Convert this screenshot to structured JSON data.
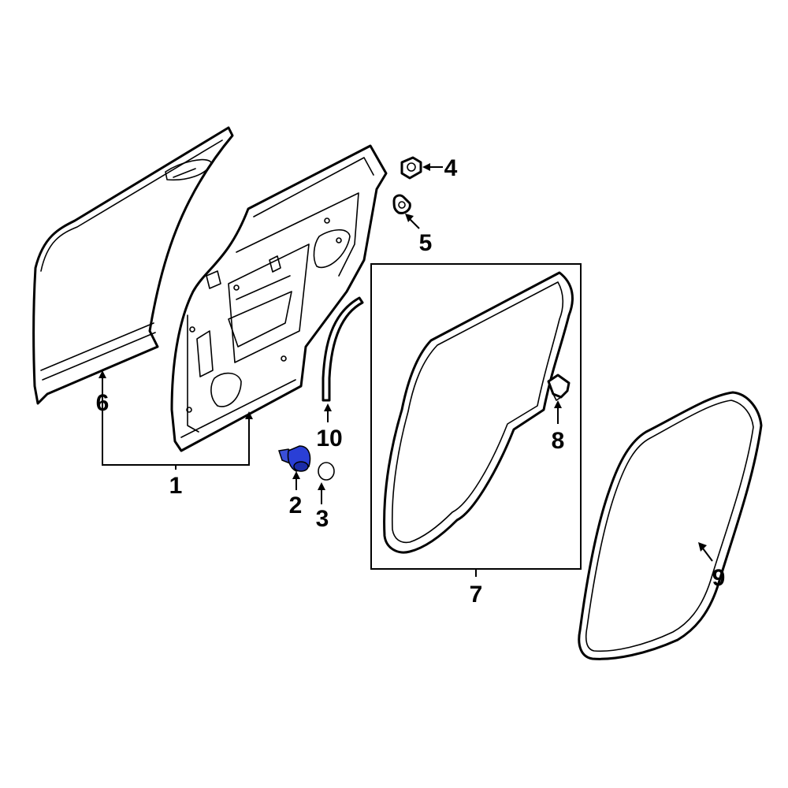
{
  "diagram": {
    "callouts": {
      "c1": "1",
      "c2": "2",
      "c3": "3",
      "c4": "4",
      "c5": "5",
      "c6": "6",
      "c7": "7",
      "c8": "8",
      "c9": "9",
      "c10": "10"
    },
    "colors": {
      "line": "#000000",
      "background": "#ffffff",
      "highlight": "#2a3fd6"
    }
  }
}
